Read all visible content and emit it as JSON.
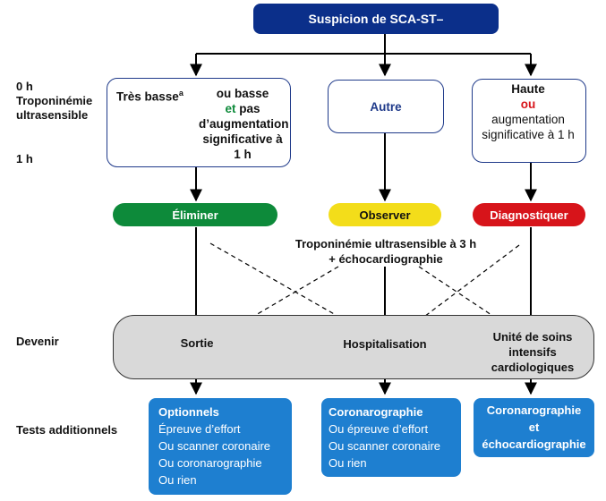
{
  "title": "Suspicion de SCA-ST–",
  "side_labels": {
    "time0": "0 h",
    "troponin": "Troponinémie ultrasensible",
    "time1": "1 h",
    "devenir": "Devenir",
    "tests": "Tests additionnels"
  },
  "left_box": {
    "very_low": "Très basse",
    "very_low_sup": "a",
    "ou_basse": "ou basse",
    "et": "et",
    "pas": " pas",
    "rest": "d’augmentation significative à 1 h"
  },
  "middle_box": {
    "label": "Autre"
  },
  "right_box": {
    "haute": "Haute",
    "ou": "ou",
    "rest": "augmentation significative à 1 h"
  },
  "actions": {
    "eliminate": "Éliminer",
    "observe": "Observer",
    "diagnose": "Diagnostiquer"
  },
  "observe_note": {
    "line1": "Troponinémie ultrasensible à 3 h",
    "line2": "+ échocardiographie"
  },
  "outcomes": {
    "sortie": "Sortie",
    "hospitalisation": "Hospitalisation",
    "usic": "Unité de soins intensifs cardiologiques"
  },
  "tests": {
    "left": {
      "title": "Optionnels",
      "items": [
        "Épreuve d’effort",
        "Ou scanner coronaire",
        "Ou coronarographie",
        "Ou rien"
      ]
    },
    "middle": {
      "title": "Coronarographie",
      "items": [
        "Ou épreuve d’effort",
        "Ou scanner coronaire",
        "Ou rien"
      ]
    },
    "right": {
      "line1": "Coronarographie",
      "line2": "et",
      "line3": "échocardiographie"
    }
  },
  "colors": {
    "title_bg": "#0b2f8a",
    "box_border": "#1f3a8a",
    "green": "#0d8a3a",
    "yellow": "#f3dd1a",
    "red": "#d7141a",
    "grey": "#d9d9d9",
    "blue": "#1e7fd0"
  }
}
